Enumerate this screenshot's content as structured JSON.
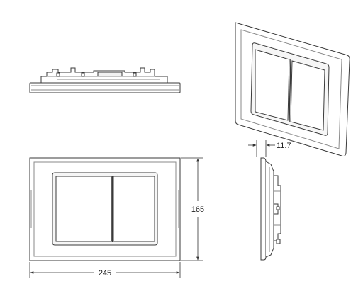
{
  "drawing": {
    "dimensions": {
      "width": "245",
      "height": "165",
      "depth": "11.7"
    },
    "colors": {
      "line": "#3a3a3a",
      "light_line": "#8a8a8a",
      "fill": "#ffffff",
      "shade": "#f1f1f1"
    }
  }
}
